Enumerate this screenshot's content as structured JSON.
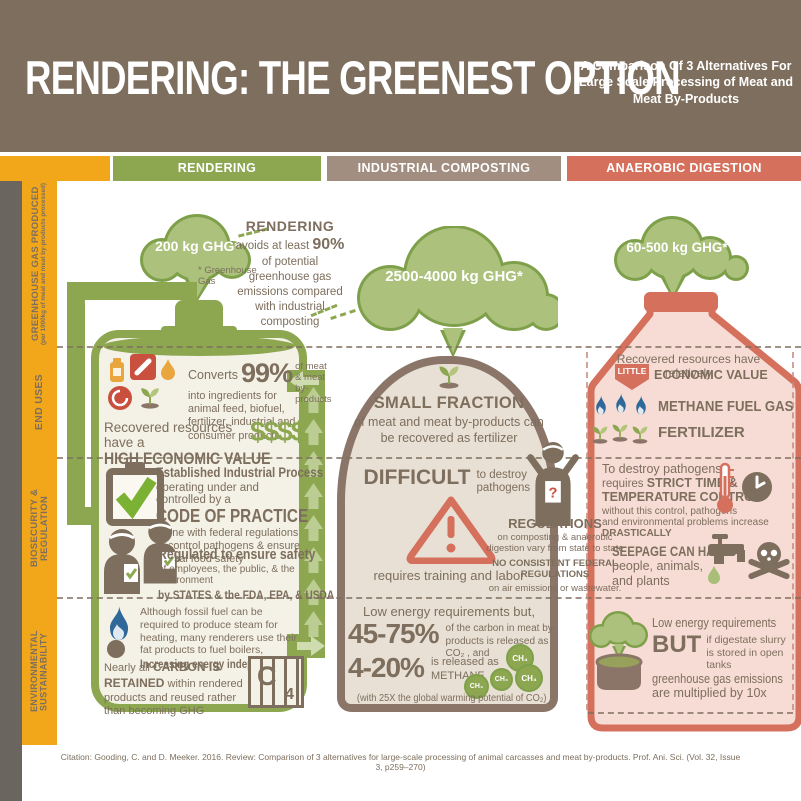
{
  "header": {
    "title": "RENDERING: THE GREENEST OPTION",
    "subtitle_lines": [
      "A Comparison Of 3 Alternatives  For",
      "Large Scale Processing of Meat and",
      "Meat By-Products"
    ]
  },
  "bars": {
    "rendering": "RENDERING",
    "composting": "INDUSTRIAL COMPOSTING",
    "anaerobic": "ANAEROBIC DIGESTION"
  },
  "sidebar": {
    "sections": [
      {
        "label": "GREENHOUSE GAS  PRODUCED",
        "sublabel": "(per 1000kg of meat and meat by-products processed)"
      },
      {
        "label": "END USES"
      },
      {
        "label": "BIOSECURITY & REGULATION"
      },
      {
        "label": "ENVIRONMENTAL SUSTAINABILITY"
      }
    ]
  },
  "rendering": {
    "cloud": "200 kg GHG*",
    "cloud_footnote": "* Greenhouse Gas",
    "callout": {
      "title": "RENDERING",
      "pre": "avoids at least",
      "pct": "90%",
      "body": "of potential greenhouse gas emissions compared with industrial composting"
    },
    "end_uses": {
      "converts": "Converts",
      "pct": "99%",
      "of": "of meat & meat by-products",
      "body": "into ingredients for animal feed, biofuel, fertilizer, industrial and consumer products",
      "recovered_pre": "Recovered resources have a",
      "recovered_main": "HIGH ECONOMIC VALUE",
      "dollars": "$$$$"
    },
    "biosecurity": {
      "l1": "Established Industrial Process",
      "l2": "operating under and controlled by a",
      "l3": "CODE OF PRACTICE",
      "l4": "in line with federal regulations to control pathogens & ensure animal food safety",
      "l5": "Regulated to ensure safety",
      "l6": "of employees, the public, & the environment",
      "l7": "by STATES & the FDA, EPA,  & USDA"
    },
    "environment": {
      "l1": "Although fossil fuel can be required to produce steam for heating, many renderers use their fat products to fuel boilers,",
      "l2": "Increasing energy independence.",
      "l3_pre": "Nearly all",
      "l3_main": "CARBON IS RETAINED",
      "l3_post": "within rendered products and reused rather than becoming GHG",
      "carbon_symbol": "C",
      "carbon_sub": "4"
    }
  },
  "composting": {
    "cloud": "2500-4000 kg GHG*",
    "end_uses": {
      "title": "SMALL FRACTION",
      "body": "of meat and meat by-products can be recovered as fertilizer"
    },
    "biosecurity": {
      "difficult": "DIFFICULT",
      "to_destroy": "to destroy pathogens",
      "training": "requires training and labor"
    },
    "environment": {
      "intro": "Low energy requirements but,",
      "pct1": "45-75%",
      "pct1_desc": "of the carbon in meat by-products is released as CO₂ , and",
      "pct2": "4-20%",
      "pct2_desc_a": "is released as",
      "pct2_desc_b": "METHANE",
      "ch4": "CH₄",
      "note": "(with 25X the global warming potential of CO₂)"
    }
  },
  "regulations": {
    "title": "REGULATIONS",
    "body": "on composting & anaerobic digestion vary from state to state",
    "bold": "NO CONSISTENT FEDERAL REGULATIONS",
    "tail": "on air emissions or wastewater.",
    "qmark": "?"
  },
  "anaerobic": {
    "cloud": "60-500 kg GHG*",
    "end_uses": {
      "pre": "Recovered resources have relatively",
      "little": "LITTLE",
      "value": "ECONOMIC VALUE",
      "methane": "METHANE FUEL GAS",
      "fertilizer": "FERTILIZER"
    },
    "biosecurity": {
      "l1": "To destroy pathogens",
      "l2a": "requires",
      "l2b": "STRICT TIME &",
      "l3": "TEMPERATURE CONTROL",
      "l4": "without this control, pathogens",
      "l5a": "and environmental problems increase",
      "l5b": "DRASTICALLY",
      "seepage_title": "SEEPAGE CAN HARM",
      "seepage_body": "people, animals, and plants"
    },
    "environment": {
      "l1": "Low energy requirements",
      "but": "BUT",
      "l2": "if digestate slurry is stored in open tanks",
      "l3a": "greenhouse gas emissions",
      "l3b": "are multiplied by 10x"
    }
  },
  "footer": {
    "citation": "Citation: Gooding, C. and D. Meeker. 2016. Review: Comparison of 3 alternatives for large-scale processing of animal carcasses and meat by-products. Prof. Ani. Sci. (Vol. 32, Issue 3, p259–270)"
  },
  "colors": {
    "header_brown": "#7D6E5D",
    "accent_green": "#8CA750",
    "cloud_fill": "#ABC17C",
    "taupe": "#A28E80",
    "salmon": "#D4705C",
    "sidebar_orange": "#F2A71B",
    "cream": "#F4F1E6",
    "pink_fill": "#F7DCD5",
    "warn_red": "#C9503F",
    "flame_blue": "#2F6899"
  }
}
